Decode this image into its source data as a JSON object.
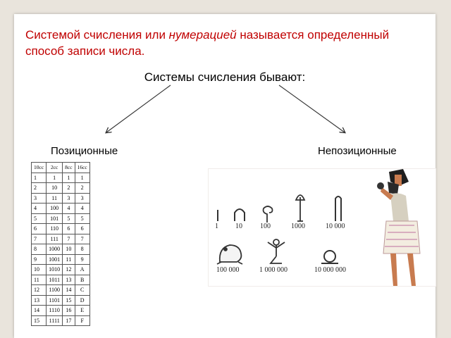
{
  "definition": {
    "part1": "Системой счисления или ",
    "emph": "нумерацией",
    "part2": " называется определенный способ записи числа."
  },
  "heading": "Системы счисления бывают:",
  "types": {
    "positional": "Позиционные",
    "nonpositional": "Непозиционные"
  },
  "table": {
    "headers": [
      "10сс",
      "2сс",
      "8сс",
      "16сс"
    ],
    "rows": [
      [
        "1",
        "1",
        "1",
        "1"
      ],
      [
        "2",
        "10",
        "2",
        "2"
      ],
      [
        "3",
        "11",
        "3",
        "3"
      ],
      [
        "4",
        "100",
        "4",
        "4"
      ],
      [
        "5",
        "101",
        "5",
        "5"
      ],
      [
        "6",
        "110",
        "6",
        "6"
      ],
      [
        "7",
        "111",
        "7",
        "7"
      ],
      [
        "8",
        "1000",
        "10",
        "8"
      ],
      [
        "9",
        "1001",
        "11",
        "9"
      ],
      [
        "10",
        "1010",
        "12",
        "A"
      ],
      [
        "11",
        "1011",
        "13",
        "B"
      ],
      [
        "12",
        "1100",
        "14",
        "C"
      ],
      [
        "13",
        "1101",
        "15",
        "D"
      ],
      [
        "14",
        "1110",
        "16",
        "E"
      ],
      [
        "15",
        "1111",
        "17",
        "F"
      ]
    ]
  },
  "egyptian": {
    "row1": [
      "1",
      "10",
      "100",
      "1000",
      "10 000"
    ],
    "row2": [
      "100 000",
      "1 000 000",
      "10 000 000"
    ]
  },
  "colors": {
    "definition_text": "#c00000",
    "background": "#e9e4dc",
    "slide": "#ffffff"
  }
}
